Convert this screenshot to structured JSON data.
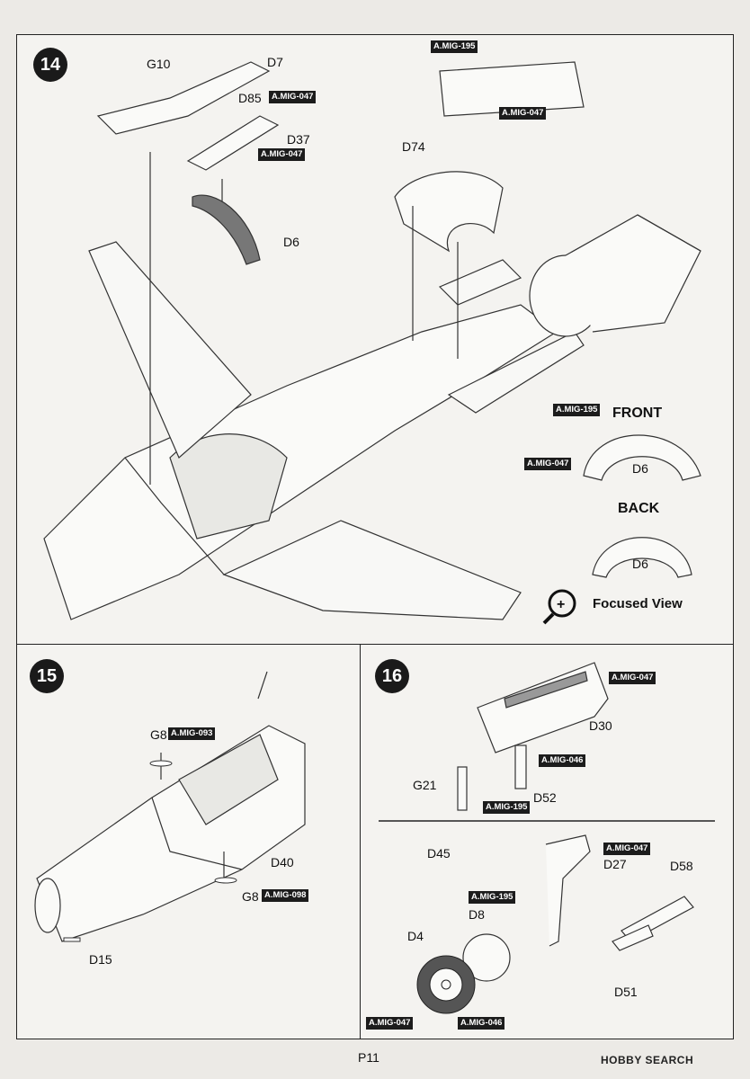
{
  "steps": {
    "s14": "14",
    "s15": "15",
    "s16": "16"
  },
  "step14": {
    "labels": {
      "g10": "G10",
      "d7": "D7",
      "d85": "D85",
      "d37": "D37",
      "d74": "D74",
      "d6": "D6",
      "d6_front": "D6",
      "d6_back": "D6"
    },
    "tags": {
      "d85": "A.MIG-047",
      "d37": "A.MIG-047",
      "top1": "A.MIG-195",
      "top2": "A.MIG-047",
      "front1": "A.MIG-195",
      "front2": "A.MIG-047"
    },
    "front": "FRONT",
    "back": "BACK",
    "focused": "Focused View"
  },
  "step15": {
    "labels": {
      "g8a": "G8",
      "g8b": "G8",
      "d40": "D40",
      "d15": "D15"
    },
    "tags": {
      "g8a": "A.MIG-093",
      "g8b": "A.MIG-098"
    }
  },
  "step16": {
    "labels": {
      "d30": "D30",
      "g21": "G21",
      "d52": "D52",
      "d45": "D45",
      "d27": "D27",
      "d58": "D58",
      "d8": "D8",
      "d4": "D4",
      "d51": "D51"
    },
    "tags": {
      "d30": "A.MIG-047",
      "d52a": "A.MIG-046",
      "d52b": "A.MIG-195",
      "d27": "A.MIG-047",
      "d27b": "A.MIG-195",
      "wheel1": "A.MIG-047",
      "wheel2": "A.MIG-046"
    }
  },
  "footer": {
    "page": "P11",
    "watermark": "HOBBY SEARCH"
  }
}
